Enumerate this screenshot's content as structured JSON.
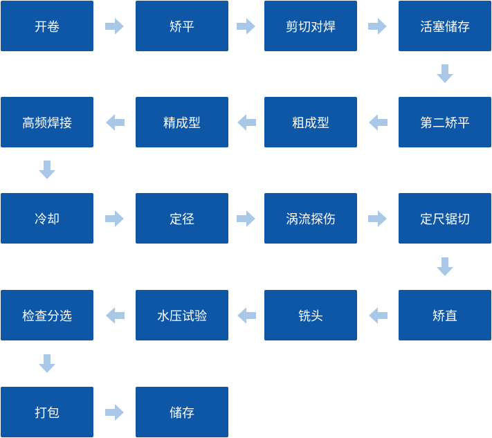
{
  "colors": {
    "box": "#0e57a7",
    "arrow": "#a9c8e8"
  },
  "steps": [
    "开卷",
    "矫平",
    "剪切对焊",
    "活塞储存",
    "第二矫平",
    "粗成型",
    "精成型",
    "高频焊接",
    "冷却",
    "定径",
    "涡流探伤",
    "定尺锯切",
    "矫直",
    "铣头",
    "水压试验",
    "检查分选",
    "打包",
    "储存"
  ]
}
